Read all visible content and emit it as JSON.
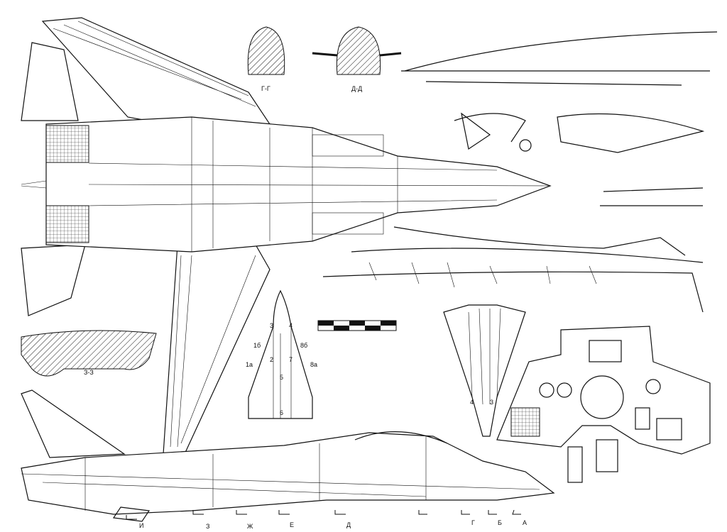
{
  "drawing": {
    "section_labels": {
      "g_g": "Г-Г",
      "d_d": "Д-Д",
      "z_z": "З-З"
    },
    "station_markers": [
      "И",
      "З",
      "Ж",
      "Е",
      "Д",
      "Г",
      "Б",
      "А"
    ],
    "armament_plan_labels": [
      "3",
      "4",
      "1б",
      "8б",
      "1а",
      "8а",
      "2",
      "7",
      "5",
      "6"
    ],
    "rear_view_labels": [
      "4",
      "3"
    ],
    "colors": {
      "ink": "#111111",
      "paper": "#ffffff"
    }
  }
}
